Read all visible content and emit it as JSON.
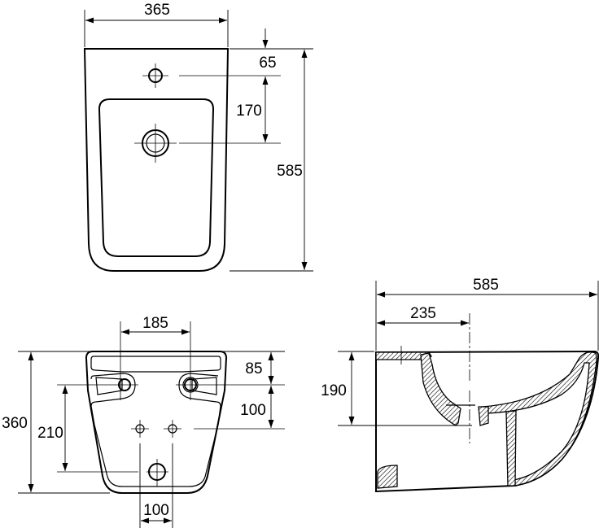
{
  "top_view": {
    "dims": {
      "width": "365",
      "tap_offset": "65",
      "drain_offset": "170",
      "length": "585"
    }
  },
  "rear_view": {
    "dims": {
      "fixing_spacing": "185",
      "fixing_height": "85",
      "inlet_offset": "100",
      "height": "360",
      "drain_height": "210",
      "inlet_spacing": "100"
    }
  },
  "side_view": {
    "dims": {
      "length": "585",
      "drain_distance": "235",
      "drain_depth": "190"
    }
  }
}
